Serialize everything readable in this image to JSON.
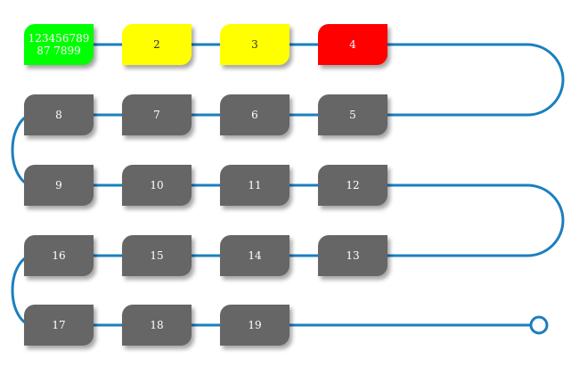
{
  "diagram": {
    "line_color": "#1a7fbf",
    "nodes": [
      {
        "label": "12345678987 7899",
        "color": "green",
        "fill": "#00ff00"
      },
      {
        "label": "2",
        "color": "yellow",
        "fill": "#ffff00"
      },
      {
        "label": "3",
        "color": "yellow",
        "fill": "#ffff00"
      },
      {
        "label": "4",
        "color": "red",
        "fill": "#ff0000"
      },
      {
        "label": "5",
        "color": "gray",
        "fill": "#666666"
      },
      {
        "label": "6",
        "color": "gray",
        "fill": "#666666"
      },
      {
        "label": "7",
        "color": "gray",
        "fill": "#666666"
      },
      {
        "label": "8",
        "color": "gray",
        "fill": "#666666"
      },
      {
        "label": "9",
        "color": "gray",
        "fill": "#666666"
      },
      {
        "label": "10",
        "color": "gray",
        "fill": "#666666"
      },
      {
        "label": "11",
        "color": "gray",
        "fill": "#666666"
      },
      {
        "label": "12",
        "color": "gray",
        "fill": "#666666"
      },
      {
        "label": "13",
        "color": "gray",
        "fill": "#666666"
      },
      {
        "label": "14",
        "color": "gray",
        "fill": "#666666"
      },
      {
        "label": "15",
        "color": "gray",
        "fill": "#666666"
      },
      {
        "label": "16",
        "color": "gray",
        "fill": "#666666"
      },
      {
        "label": "17",
        "color": "gray",
        "fill": "#666666"
      },
      {
        "label": "18",
        "color": "gray",
        "fill": "#666666"
      },
      {
        "label": "19",
        "color": "gray",
        "fill": "#666666"
      }
    ]
  }
}
